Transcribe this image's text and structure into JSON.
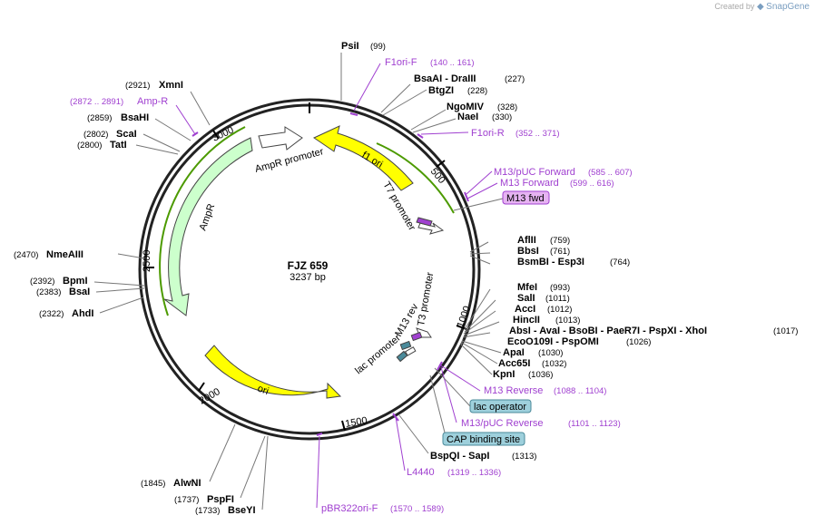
{
  "watermark": {
    "prefix": "Created by",
    "brand": "SnapGene"
  },
  "map": {
    "name": "FJZ 659",
    "length": "3237 bp",
    "ticks": [
      "500",
      "1000",
      "1500",
      "2000",
      "2500",
      "3000"
    ]
  },
  "features": [
    {
      "label": "f1 ori",
      "color": "#ffff00"
    },
    {
      "label": "ori",
      "color": "#ffff00"
    },
    {
      "label": "AmpR",
      "color": "#ccffcc"
    },
    {
      "label": "AmpR promoter",
      "color": "#ffffff"
    },
    {
      "label": "T7 promoter",
      "color": "#ffffff"
    },
    {
      "label": "T3 promoter",
      "color": "#ffffff"
    },
    {
      "label": "lac promoter",
      "color": "#ffffff"
    },
    {
      "label": "M13 rev",
      "color": "#a040d0"
    }
  ],
  "sites": [
    {
      "name": "PsiI",
      "pos": "(99)"
    },
    {
      "name": "BsaAI - DraIII",
      "pos": "(227)"
    },
    {
      "name": "BtgZI",
      "pos": "(228)"
    },
    {
      "name": "NgoMIV",
      "pos": "(328)"
    },
    {
      "name": "NaeI",
      "pos": "(330)"
    },
    {
      "name": "AflII",
      "pos": "(759)"
    },
    {
      "name": "BbsI",
      "pos": "(761)"
    },
    {
      "name": "BsmBI - Esp3I",
      "pos": "(764)"
    },
    {
      "name": "MfeI",
      "pos": "(993)"
    },
    {
      "name": "SalI",
      "pos": "(1011)"
    },
    {
      "name": "AccI",
      "pos": "(1012)"
    },
    {
      "name": "HincII",
      "pos": "(1013)"
    },
    {
      "name": "AbsI - AvaI - BsoBI - PaeR7I - PspXI - XhoI",
      "pos": "(1017)"
    },
    {
      "name": "EcoO109I - PspOMI",
      "pos": "(1026)"
    },
    {
      "name": "ApaI",
      "pos": "(1030)"
    },
    {
      "name": "Acc65I",
      "pos": "(1032)"
    },
    {
      "name": "KpnI",
      "pos": "(1036)"
    },
    {
      "name": "BspQI - SapI",
      "pos": "(1313)"
    },
    {
      "name": "AlwNI",
      "pos": "(1845)"
    },
    {
      "name": "PspFI",
      "pos": "(1737)"
    },
    {
      "name": "BseYI",
      "pos": "(1733)"
    },
    {
      "name": "AhdI",
      "pos": "(2322)"
    },
    {
      "name": "BsaI",
      "pos": "(2383)"
    },
    {
      "name": "BpmI",
      "pos": "(2392)"
    },
    {
      "name": "NmeAIII",
      "pos": "(2470)"
    },
    {
      "name": "TatI",
      "pos": "(2800)"
    },
    {
      "name": "ScaI",
      "pos": "(2802)"
    },
    {
      "name": "BsaHI",
      "pos": "(2859)"
    },
    {
      "name": "XmnI",
      "pos": "(2921)"
    }
  ],
  "primers": [
    {
      "name": "F1ori-F",
      "range": "(140 .. 161)"
    },
    {
      "name": "F1ori-R",
      "range": "(352 .. 371)"
    },
    {
      "name": "M13/pUC Forward",
      "range": "(585 .. 607)"
    },
    {
      "name": "M13 Forward",
      "range": "(599 .. 616)"
    },
    {
      "name": "M13 Reverse",
      "range": "(1088 .. 1104)"
    },
    {
      "name": "M13/pUC Reverse",
      "range": "(1101 .. 1123)"
    },
    {
      "name": "L4440",
      "range": "(1319 .. 1336)"
    },
    {
      "name": "pBR322ori-F",
      "range": "(1570 .. 1589)"
    },
    {
      "name": "Amp-R",
      "range": "(2872 .. 2891)"
    }
  ],
  "boxes": [
    {
      "label": "M13 fwd",
      "fill": "#e6b3f2",
      "stroke": "#a040d0"
    },
    {
      "label": "lac operator",
      "fill": "#9ed0dc",
      "stroke": "#4a8a9a"
    },
    {
      "label": "CAP binding site",
      "fill": "#9ed0dc",
      "stroke": "#4a8a9a"
    }
  ]
}
